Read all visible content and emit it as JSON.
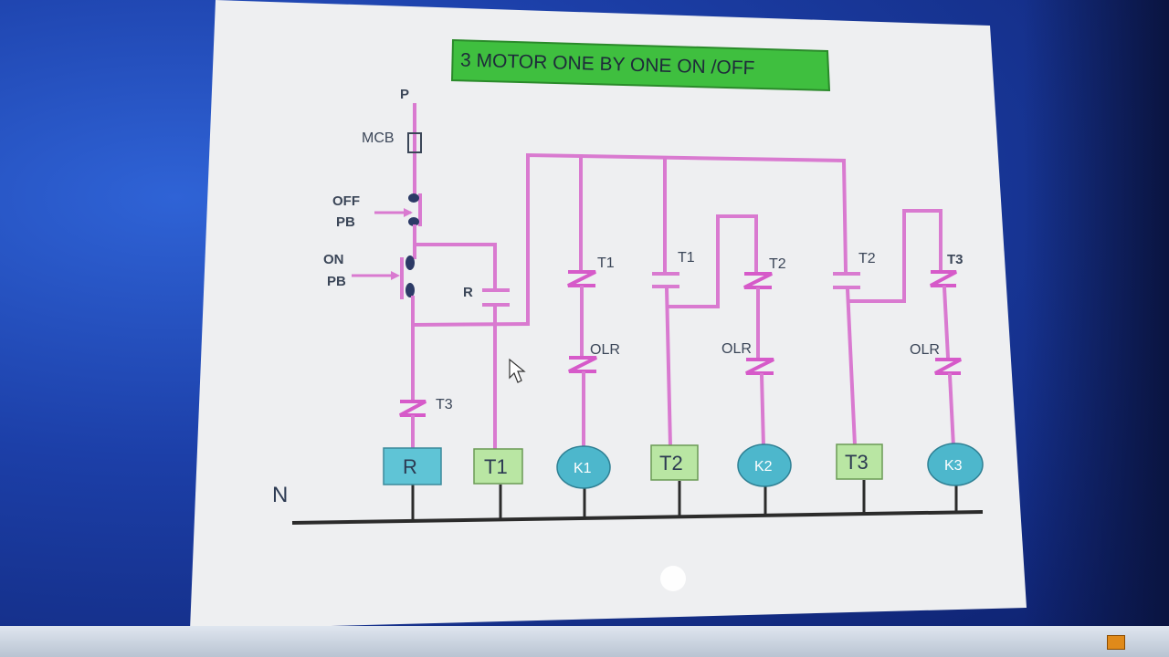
{
  "title": "3 MOTOR  ONE BY ONE  ON /OFF",
  "labels": {
    "phase": "P",
    "neutral": "N",
    "mcb": "MCB",
    "off_pb_1": "OFF",
    "off_pb_2": "PB",
    "on_pb_1": "ON",
    "on_pb_2": "PB",
    "r_contact": "R",
    "t3_nc": "T3",
    "t1_nc": "T1",
    "t1_no": "T1",
    "t2_nc": "T2",
    "t2_no": "T2",
    "t3_nc_right": "T3",
    "olr1": "OLR",
    "olr2": "OLR",
    "olr3": "OLR"
  },
  "coils": {
    "r": "R",
    "t1": "T1",
    "k1": "K1",
    "t2": "T2",
    "k2": "K2",
    "t3": "T3",
    "k3": "K3"
  },
  "colors": {
    "wire": "#d97ad0",
    "title_bg": "#3fbf3f",
    "coil_r": "#5fc4d6",
    "coil_timer": "#b9e6a3",
    "coil_k": "#4db7cc",
    "slide_bg": "#eeeff1",
    "neutral_line": "#2b2b2b"
  }
}
